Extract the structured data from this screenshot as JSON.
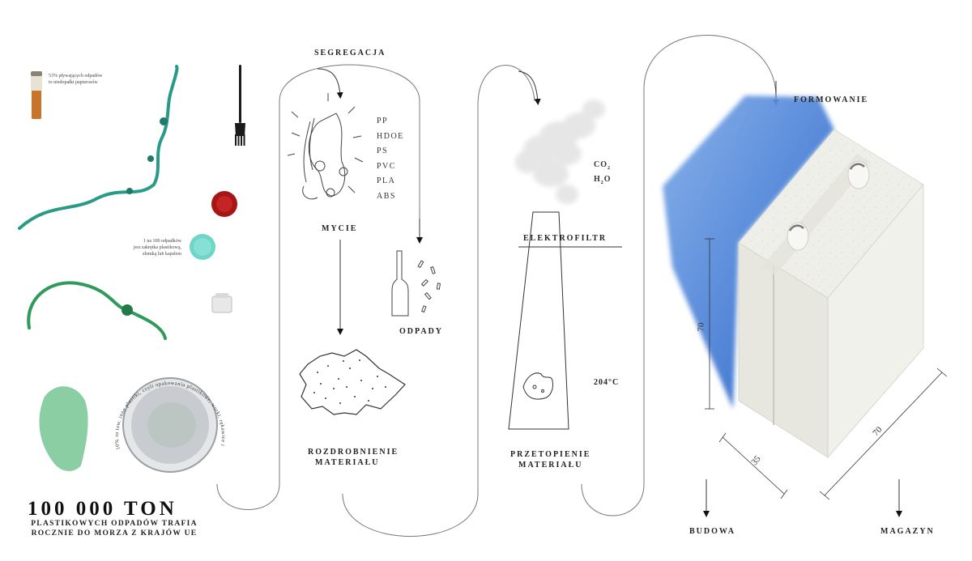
{
  "title": "SEGREGACJA",
  "stages": {
    "mycie": "MYCIE",
    "odpady": "ODPADY",
    "rozdrobnienie_1": "ROZDROBNIENIE",
    "rozdrobnienie_2": "MATERIAŁU",
    "elektrofiltr": "ELEKTROFILTR",
    "przetopienie_1": "PRZETOPIENIE",
    "przetopienie_2": "MATERIAŁU",
    "temperature": "204°C",
    "formowanie": "FORMOWANIE",
    "budowa": "BUDOWA",
    "magazyn": "MAGAZYN"
  },
  "plastics": [
    "PP",
    "HDOE",
    "PS",
    "PVC",
    "PLA",
    "ABS"
  ],
  "gases": {
    "co2": "CO",
    "co2_sub": "2",
    "h2o_h": "H",
    "h2o_sub": "2",
    "h2o_o": "O"
  },
  "notes": {
    "cigarettes_1": "53% pływających odpadów",
    "cigarettes_2": "to niedopałki papierosów",
    "caps_1": "1 na 100 odpadków",
    "caps_2": "jest zakrętka plastikową,",
    "caps_3": "słomką lub kapslem",
    "circle_text": "10% to tzw. inne plastiki, czyli opakowania plastikowe, worki, rękawice i"
  },
  "headline": "100 000 TON",
  "subline_1": "PLASTIKOWYCH ODPADÓW TRAFIA",
  "subline_2": "ROCZNIE DO MORZA Z KRAJÓW UE",
  "dimensions": {
    "height": "70",
    "depth": "35",
    "width": "70"
  },
  "colors": {
    "blue_shadow": "#4a86d9",
    "rope": "#2a9a88",
    "rope_green": "#2f9a5a",
    "cap_red": "#b01818",
    "cap_teal": "#6ed6c8",
    "concrete": "#eeeee8"
  }
}
